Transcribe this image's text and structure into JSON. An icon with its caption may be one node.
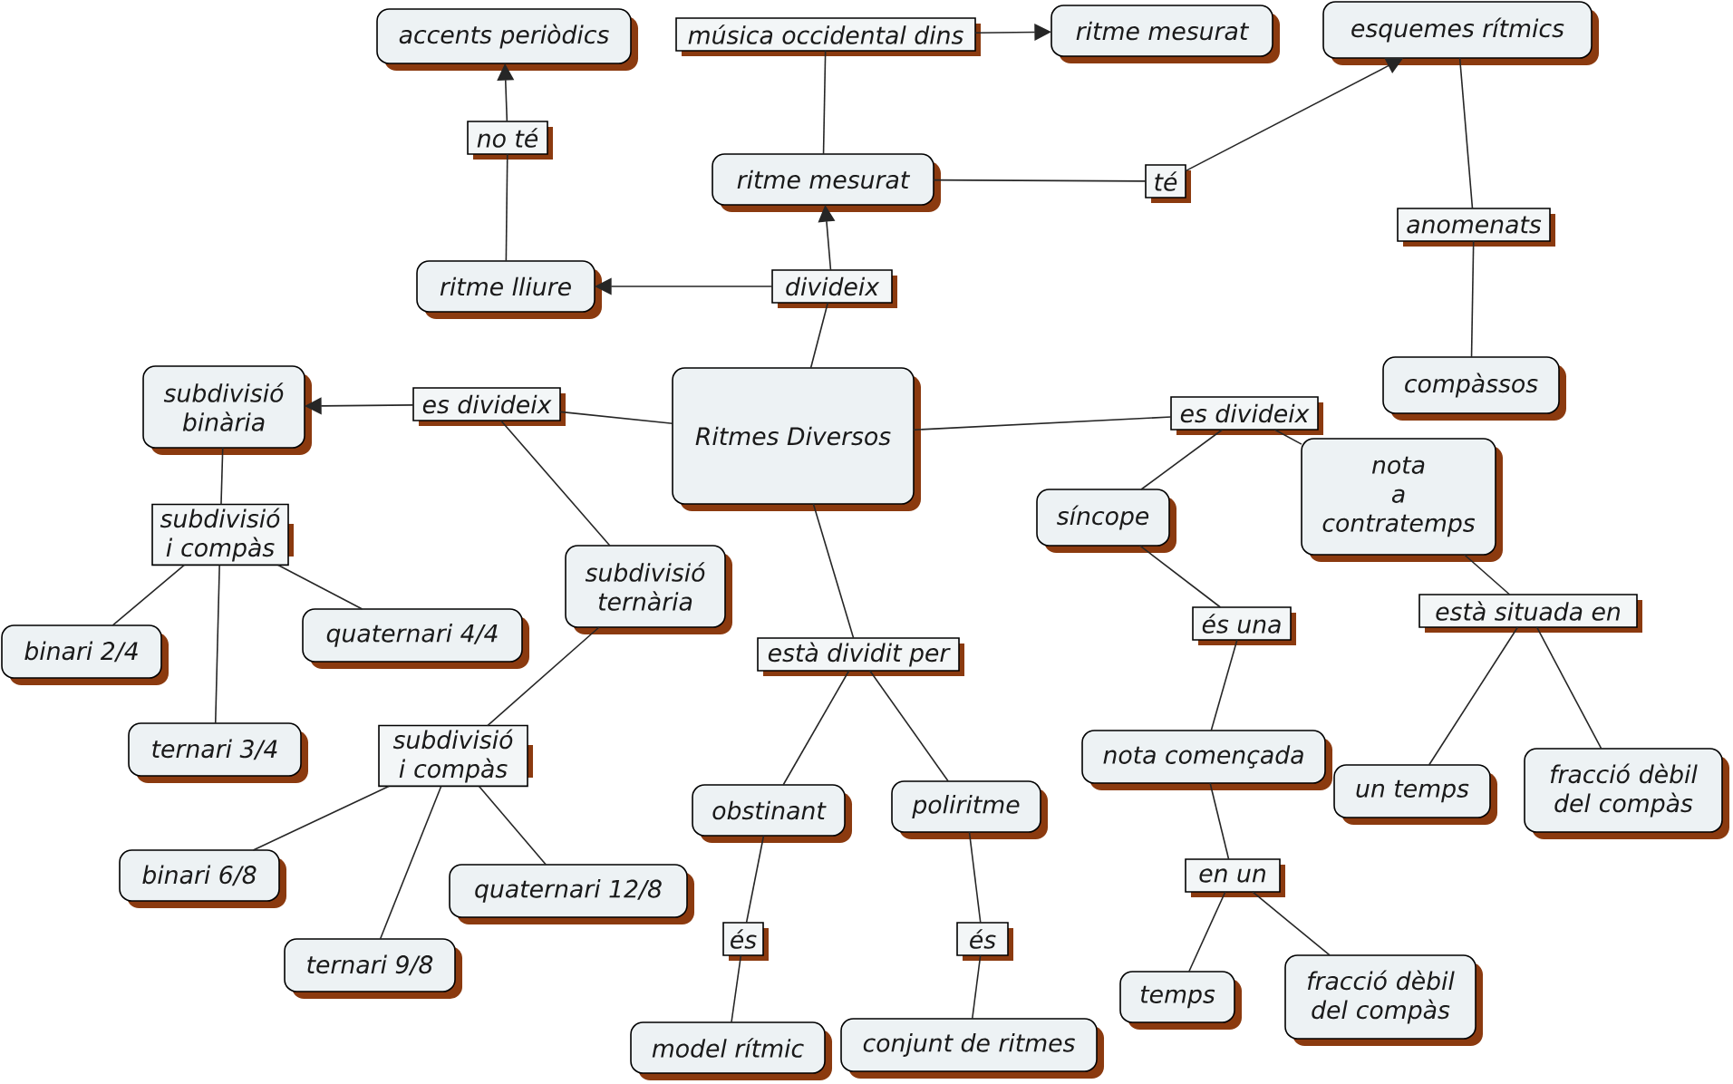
{
  "diagram": {
    "nodes": [
      {
        "text": [
          "accents periòdics"
        ]
      },
      {
        "text": [
          "música occidental dins"
        ]
      },
      {
        "text": [
          "ritme mesurat"
        ]
      },
      {
        "text": [
          "esquemes rítmics"
        ]
      },
      {
        "text": [
          "no té"
        ]
      },
      {
        "text": [
          "ritme mesurat"
        ]
      },
      {
        "text": [
          "té"
        ]
      },
      {
        "text": [
          "anomenats"
        ]
      },
      {
        "text": [
          "ritme lliure"
        ]
      },
      {
        "text": [
          "divideix"
        ]
      },
      {
        "text": [
          "compàssos"
        ]
      },
      {
        "text": [
          "subdivisió binària"
        ]
      },
      {
        "text": [
          "es divideix"
        ]
      },
      {
        "text": [
          "Ritmes Diversos"
        ]
      },
      {
        "text": [
          "es divideix"
        ]
      },
      {
        "text": [
          "nota a contratemps"
        ]
      },
      {
        "text": [
          "síncope"
        ]
      },
      {
        "text": [
          "subdivisió i compàs"
        ]
      },
      {
        "text": [
          "subdivisió ternària"
        ]
      },
      {
        "text": [
          "binari 2/4"
        ]
      },
      {
        "text": [
          "quaternari 4/4"
        ]
      },
      {
        "text": [
          "està dividit per"
        ]
      },
      {
        "text": [
          "és una"
        ]
      },
      {
        "text": [
          "està situada en"
        ]
      },
      {
        "text": [
          "ternari 3/4"
        ]
      },
      {
        "text": [
          "subdivisió i compàs"
        ]
      },
      {
        "text": [
          "nota començada"
        ]
      },
      {
        "text": [
          "un temps"
        ]
      },
      {
        "text": [
          "fracció dèbil del compàs"
        ]
      },
      {
        "text": [
          "obstinant"
        ]
      },
      {
        "text": [
          "poliritme"
        ]
      },
      {
        "text": [
          "binari 6/8"
        ]
      },
      {
        "text": [
          "quaternari 12/8"
        ]
      },
      {
        "text": [
          "en un"
        ]
      },
      {
        "text": [
          "és"
        ]
      },
      {
        "text": [
          "és"
        ]
      },
      {
        "text": [
          "ternari 9/8"
        ]
      },
      {
        "text": [
          "temps"
        ]
      },
      {
        "text": [
          "fracció dèbil del compàs"
        ]
      },
      {
        "text": [
          "model rítmic"
        ]
      },
      {
        "text": [
          "conjunt de ritmes"
        ]
      }
    ],
    "edges": [
      {
        "from": 5,
        "to": 1,
        "arrow": "none"
      },
      {
        "from": 1,
        "to": 2,
        "arrow": "to"
      },
      {
        "from": 5,
        "to": 6,
        "arrow": "none"
      },
      {
        "from": 6,
        "to": 3,
        "arrow": "to"
      },
      {
        "from": 3,
        "to": 7,
        "arrow": "none"
      },
      {
        "from": 7,
        "to": 10,
        "arrow": "none"
      },
      {
        "from": 8,
        "to": 4,
        "arrow": "none"
      },
      {
        "from": 4,
        "to": 0,
        "arrow": "to"
      },
      {
        "from": 13,
        "to": 9,
        "arrow": "none"
      },
      {
        "from": 9,
        "to": 5,
        "arrow": "to"
      },
      {
        "from": 9,
        "to": 8,
        "arrow": "to"
      },
      {
        "from": 13,
        "to": 12,
        "arrow": "none"
      },
      {
        "from": 12,
        "to": 11,
        "arrow": "to"
      },
      {
        "from": 12,
        "to": 18,
        "arrow": "none"
      },
      {
        "from": 13,
        "to": 14,
        "arrow": "none"
      },
      {
        "from": 14,
        "to": 16,
        "arrow": "none"
      },
      {
        "from": 14,
        "to": 15,
        "arrow": "none"
      },
      {
        "from": 13,
        "to": 21,
        "arrow": "none"
      },
      {
        "from": 21,
        "to": 29,
        "arrow": "none"
      },
      {
        "from": 21,
        "to": 30,
        "arrow": "none"
      },
      {
        "from": 11,
        "to": 17,
        "arrow": "none"
      },
      {
        "from": 17,
        "to": 19,
        "arrow": "none"
      },
      {
        "from": 17,
        "to": 24,
        "arrow": "none"
      },
      {
        "from": 17,
        "to": 20,
        "arrow": "none"
      },
      {
        "from": 18,
        "to": 25,
        "arrow": "none"
      },
      {
        "from": 25,
        "to": 31,
        "arrow": "none"
      },
      {
        "from": 25,
        "to": 36,
        "arrow": "none"
      },
      {
        "from": 25,
        "to": 32,
        "arrow": "none"
      },
      {
        "from": 16,
        "to": 22,
        "arrow": "none"
      },
      {
        "from": 22,
        "to": 26,
        "arrow": "none"
      },
      {
        "from": 15,
        "to": 23,
        "arrow": "none"
      },
      {
        "from": 23,
        "to": 27,
        "arrow": "none"
      },
      {
        "from": 23,
        "to": 28,
        "arrow": "none"
      },
      {
        "from": 26,
        "to": 33,
        "arrow": "none"
      },
      {
        "from": 33,
        "to": 37,
        "arrow": "none"
      },
      {
        "from": 33,
        "to": 38,
        "arrow": "none"
      },
      {
        "from": 29,
        "to": 34,
        "arrow": "none"
      },
      {
        "from": 34,
        "to": 39,
        "arrow": "none"
      },
      {
        "from": 30,
        "to": 35,
        "arrow": "none"
      },
      {
        "from": 35,
        "to": 40,
        "arrow": "none"
      }
    ]
  }
}
